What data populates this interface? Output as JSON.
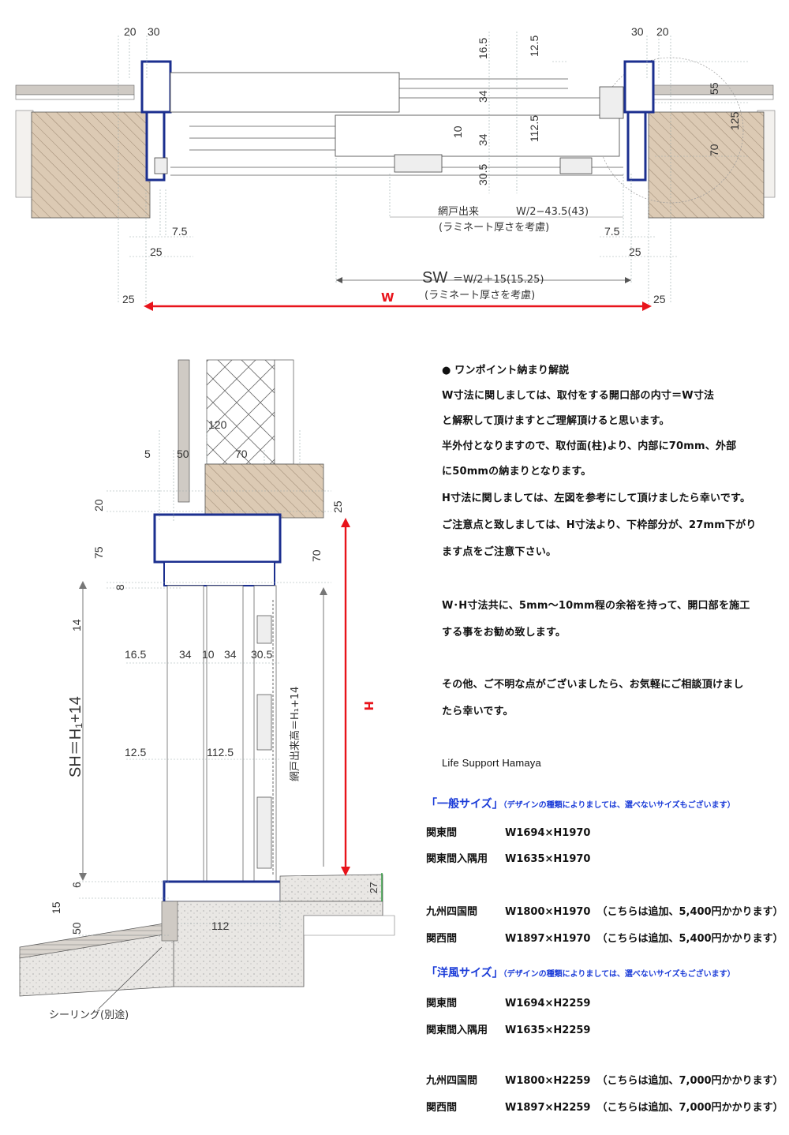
{
  "top_dims": {
    "tl_20": "20",
    "tl_30": "30",
    "tr_30": "30",
    "tr_20": "20",
    "d16_5": "16.5",
    "d12_5": "12.5",
    "d34a": "34",
    "d34b": "34",
    "d10": "10",
    "d112_5": "112.5",
    "d30_5": "30.5",
    "d55": "55",
    "d125": "125",
    "d70": "70",
    "d7_5l": "7.5",
    "d7_5r": "7.5",
    "d25l": "25",
    "d25r": "25",
    "d25ll": "25",
    "d25rr": "25",
    "net_label": "網戸出来",
    "net_formula": "W/2−43.5(43)",
    "laminate1": "(ラミネート厚さを考慮)",
    "sw_big": "SW",
    "sw_formula": "＝W/2＋15(15.25)",
    "laminate2": "(ラミネート厚さを考慮)",
    "w_label": "W"
  },
  "section_dims": {
    "d120": "120",
    "d5": "5",
    "d50": "50",
    "d70a": "70",
    "d20": "20",
    "d25": "25",
    "d75": "75",
    "d70b": "70",
    "d8": "8",
    "d14": "14",
    "d16_5": "16.5",
    "d34a": "34",
    "d10": "10",
    "d34b": "34",
    "d30_5": "30.5",
    "d12_5": "12.5",
    "d112_5": "112.5",
    "sh_label": "SH＝H₁+14",
    "net_height": "網戸出来高＝H₁+14",
    "h_label": "H",
    "d6": "6",
    "d15": "15",
    "d50b": "50",
    "d112": "112",
    "d27": "27",
    "sealing": "シーリング(別途)"
  },
  "notes": {
    "lines": [
      "● ワンポイント納まり解説",
      "W寸法に関しましては、取付をする開口部の内寸＝W寸法",
      "と解釈して頂けますとご理解頂けると思います。",
      "半外付となりますので、取付面(柱)より、内部に70mm、外部",
      "に50mmの納まりとなります。",
      "H寸法に関しましては、左図を参考にして頂けましたら幸いです。",
      "ご注意点と致しましては、H寸法より、下枠部分が、27mm下がり",
      "ます点をご注意下さい。",
      "W･H寸法共に、5mm～10mm程の余裕を持って、開口部を施工",
      "する事をお勧め致します。",
      "その他、ご不明な点がございましたら、お気軽にご相談頂けまし",
      "たら幸いです。",
      "Life Support Hamaya"
    ]
  },
  "sizes": {
    "general": {
      "heading": "「一般サイズ」",
      "note": "（デザインの種類によりましては、選べないサイズもございます）",
      "rows": [
        {
          "region": "関東間",
          "size": "W1694×H1970",
          "extra": ""
        },
        {
          "region": "関東間入隅用",
          "size": "W1635×H1970",
          "extra": ""
        },
        {
          "region": "九州四国間",
          "size": "W1800×H1970",
          "extra": "（こちらは追加、5,400円かかります）"
        },
        {
          "region": "関西間",
          "size": "W1897×H1970",
          "extra": "（こちらは追加、5,400円かかります）"
        }
      ]
    },
    "western": {
      "heading": "「洋風サイズ」",
      "note": "（デザインの種類によりましては、選べないサイズもございます）",
      "rows": [
        {
          "region": "関東間",
          "size": "W1694×H2259",
          "extra": ""
        },
        {
          "region": "関東間入隅用",
          "size": "W1635×H2259",
          "extra": ""
        },
        {
          "region": "九州四国間",
          "size": "W1800×H2259",
          "extra": "（こちらは追加、7,000円かかります）"
        },
        {
          "region": "関西間",
          "size": "W1897×H2259",
          "extra": "（こちらは追加、7,000円かかります）"
        }
      ]
    }
  },
  "colors": {
    "frame_blue": "#1b2f8f",
    "wood": "#dccab4",
    "accent_red": "#e8141b",
    "heading_blue": "#1a3bd8"
  }
}
